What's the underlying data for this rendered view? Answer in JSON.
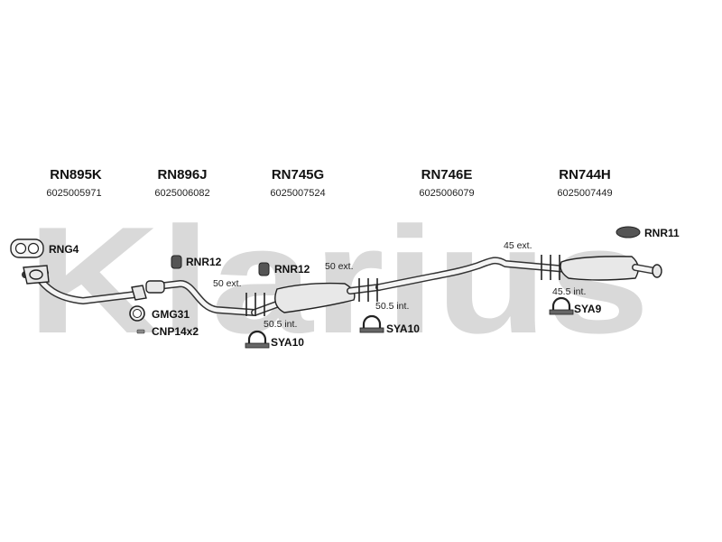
{
  "watermark": {
    "text": "Klarius"
  },
  "parts": [
    {
      "code": "RN895K",
      "number": "6025005971"
    },
    {
      "code": "RN896J",
      "number": "6025006082"
    },
    {
      "code": "RN745G",
      "number": "6025007524"
    },
    {
      "code": "RN746E",
      "number": "6025006079"
    },
    {
      "code": "RN744H",
      "number": "6025007449"
    }
  ],
  "accessories": {
    "rng4": "RNG4",
    "rnr12_a": "RNR12",
    "rnr12_b": "RNR12",
    "rnr11": "RNR11",
    "gmg31": "GMG31",
    "cnp14x2": "CNP14x2",
    "sya10_a": "SYA10",
    "sya10_b": "SYA10",
    "sya9": "SYA9"
  },
  "dimensions": {
    "ext_50_a": "50 ext.",
    "ext_50_b": "50 ext.",
    "ext_45": "45 ext.",
    "int_50_5_a": "50.5 int.",
    "int_50_5_b": "50.5 int.",
    "int_45_5": "45.5 int."
  }
}
